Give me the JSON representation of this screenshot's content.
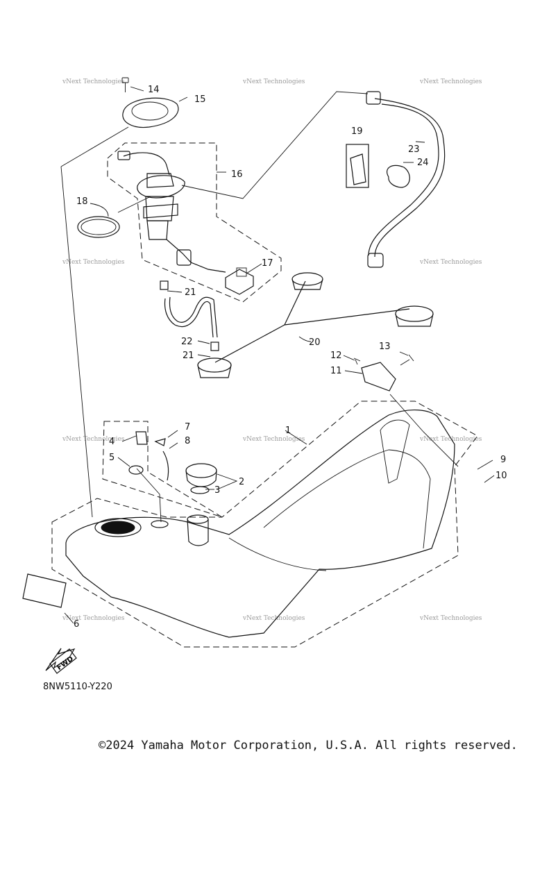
{
  "diagram": {
    "drawing_code": "8NW5110-Y220",
    "copyright": "©2024 Yamaha Motor Corporation, U.S.A. All rights reserved.",
    "direction_label": "FWD",
    "watermark_text": "vNext Technologies",
    "callouts": {
      "c1": "1",
      "c2": "2",
      "c3": "3",
      "c4": "4",
      "c5": "5",
      "c6": "6",
      "c7": "7",
      "c8": "8",
      "c9": "9",
      "c10": "10",
      "c11": "11",
      "c12": "12",
      "c13": "13",
      "c14": "14",
      "c15": "15",
      "c16": "16",
      "c17": "17",
      "c18": "18",
      "c19": "19",
      "c20": "20",
      "c21a": "21",
      "c21b": "21",
      "c22": "22",
      "c23": "23",
      "c24": "24"
    }
  }
}
